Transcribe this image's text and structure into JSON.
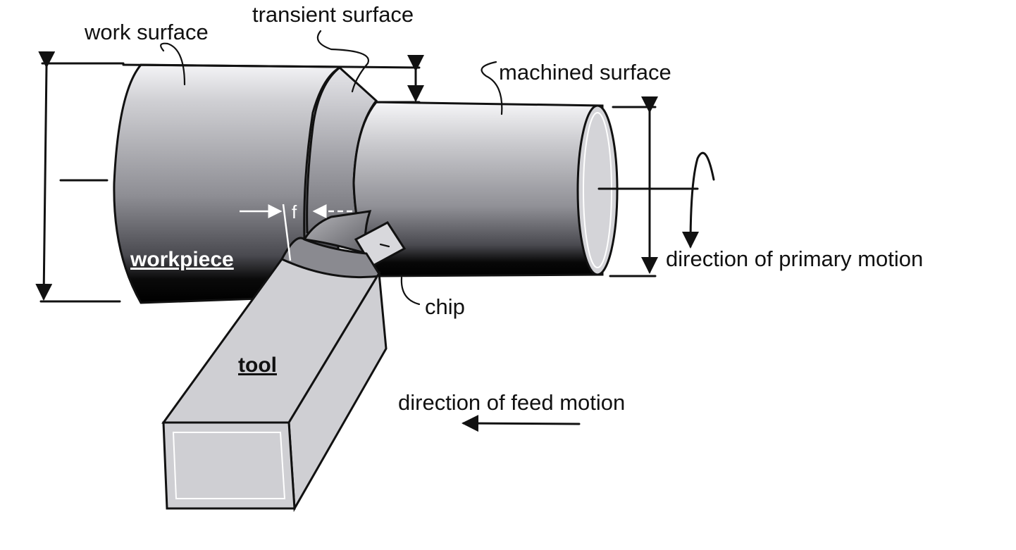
{
  "figure": {
    "title": "Turning operation: surfaces and motions",
    "labels": {
      "work_surface": "work surface",
      "transient_surface": "transient surface",
      "machined_surface": "machined surface",
      "workpiece": "workpiece",
      "feed_symbol": "f",
      "chip": "chip",
      "tool": "tool",
      "primary_motion": "direction of primary motion",
      "feed_motion": "direction of feed motion"
    },
    "colors": {
      "outline": "#111111",
      "cylinder_light": "#e8e8ec",
      "cylinder_mid": "#9a9aa0",
      "cylinder_dark": "#050505",
      "end_face": "#d4d4d8",
      "tool_face": "#cfcfd3",
      "chip_face": "#7e7e84"
    }
  }
}
